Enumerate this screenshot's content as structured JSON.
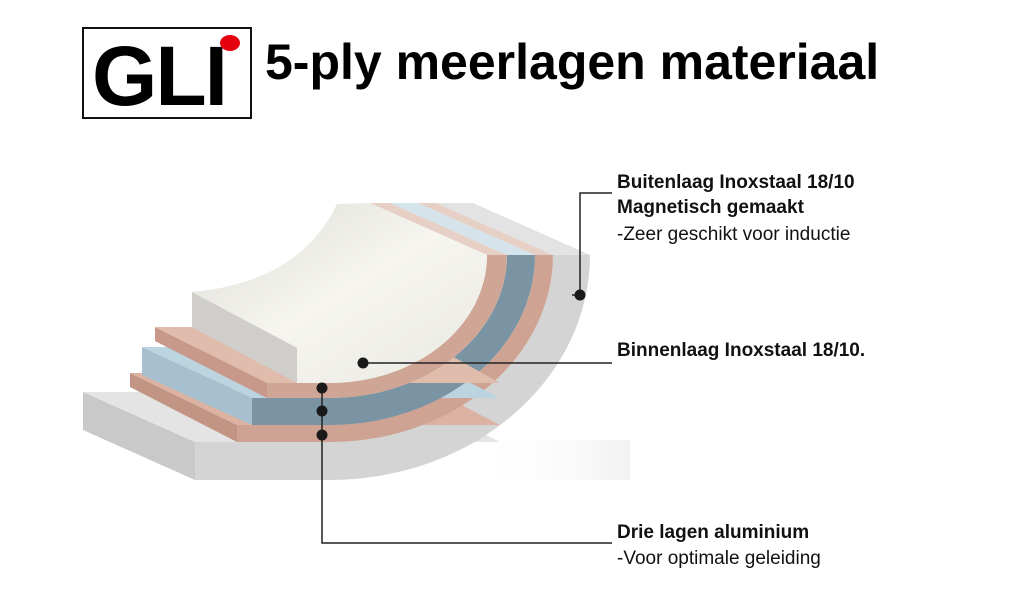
{
  "logo": {
    "text": "GLI",
    "dot_color": "#e5000f"
  },
  "title": "5-ply meerlagen materiaal",
  "labels": {
    "outer": {
      "line1": "Buitenlaag Inoxstaal 18/10",
      "line2": "Magnetisch gemaakt",
      "line3": "-Zeer geschikt voor inductie"
    },
    "inner": {
      "line1": "Binnenlaag Inoxstaal 18/10."
    },
    "aluminium": {
      "line1": "Drie lagen aluminium",
      "line2": "-Voor optimale geleiding"
    }
  },
  "colors": {
    "steel": "#d3d3d3",
    "copper": "#cda393",
    "aluminium": "#7b95a4",
    "inner": "#ecebe6"
  }
}
